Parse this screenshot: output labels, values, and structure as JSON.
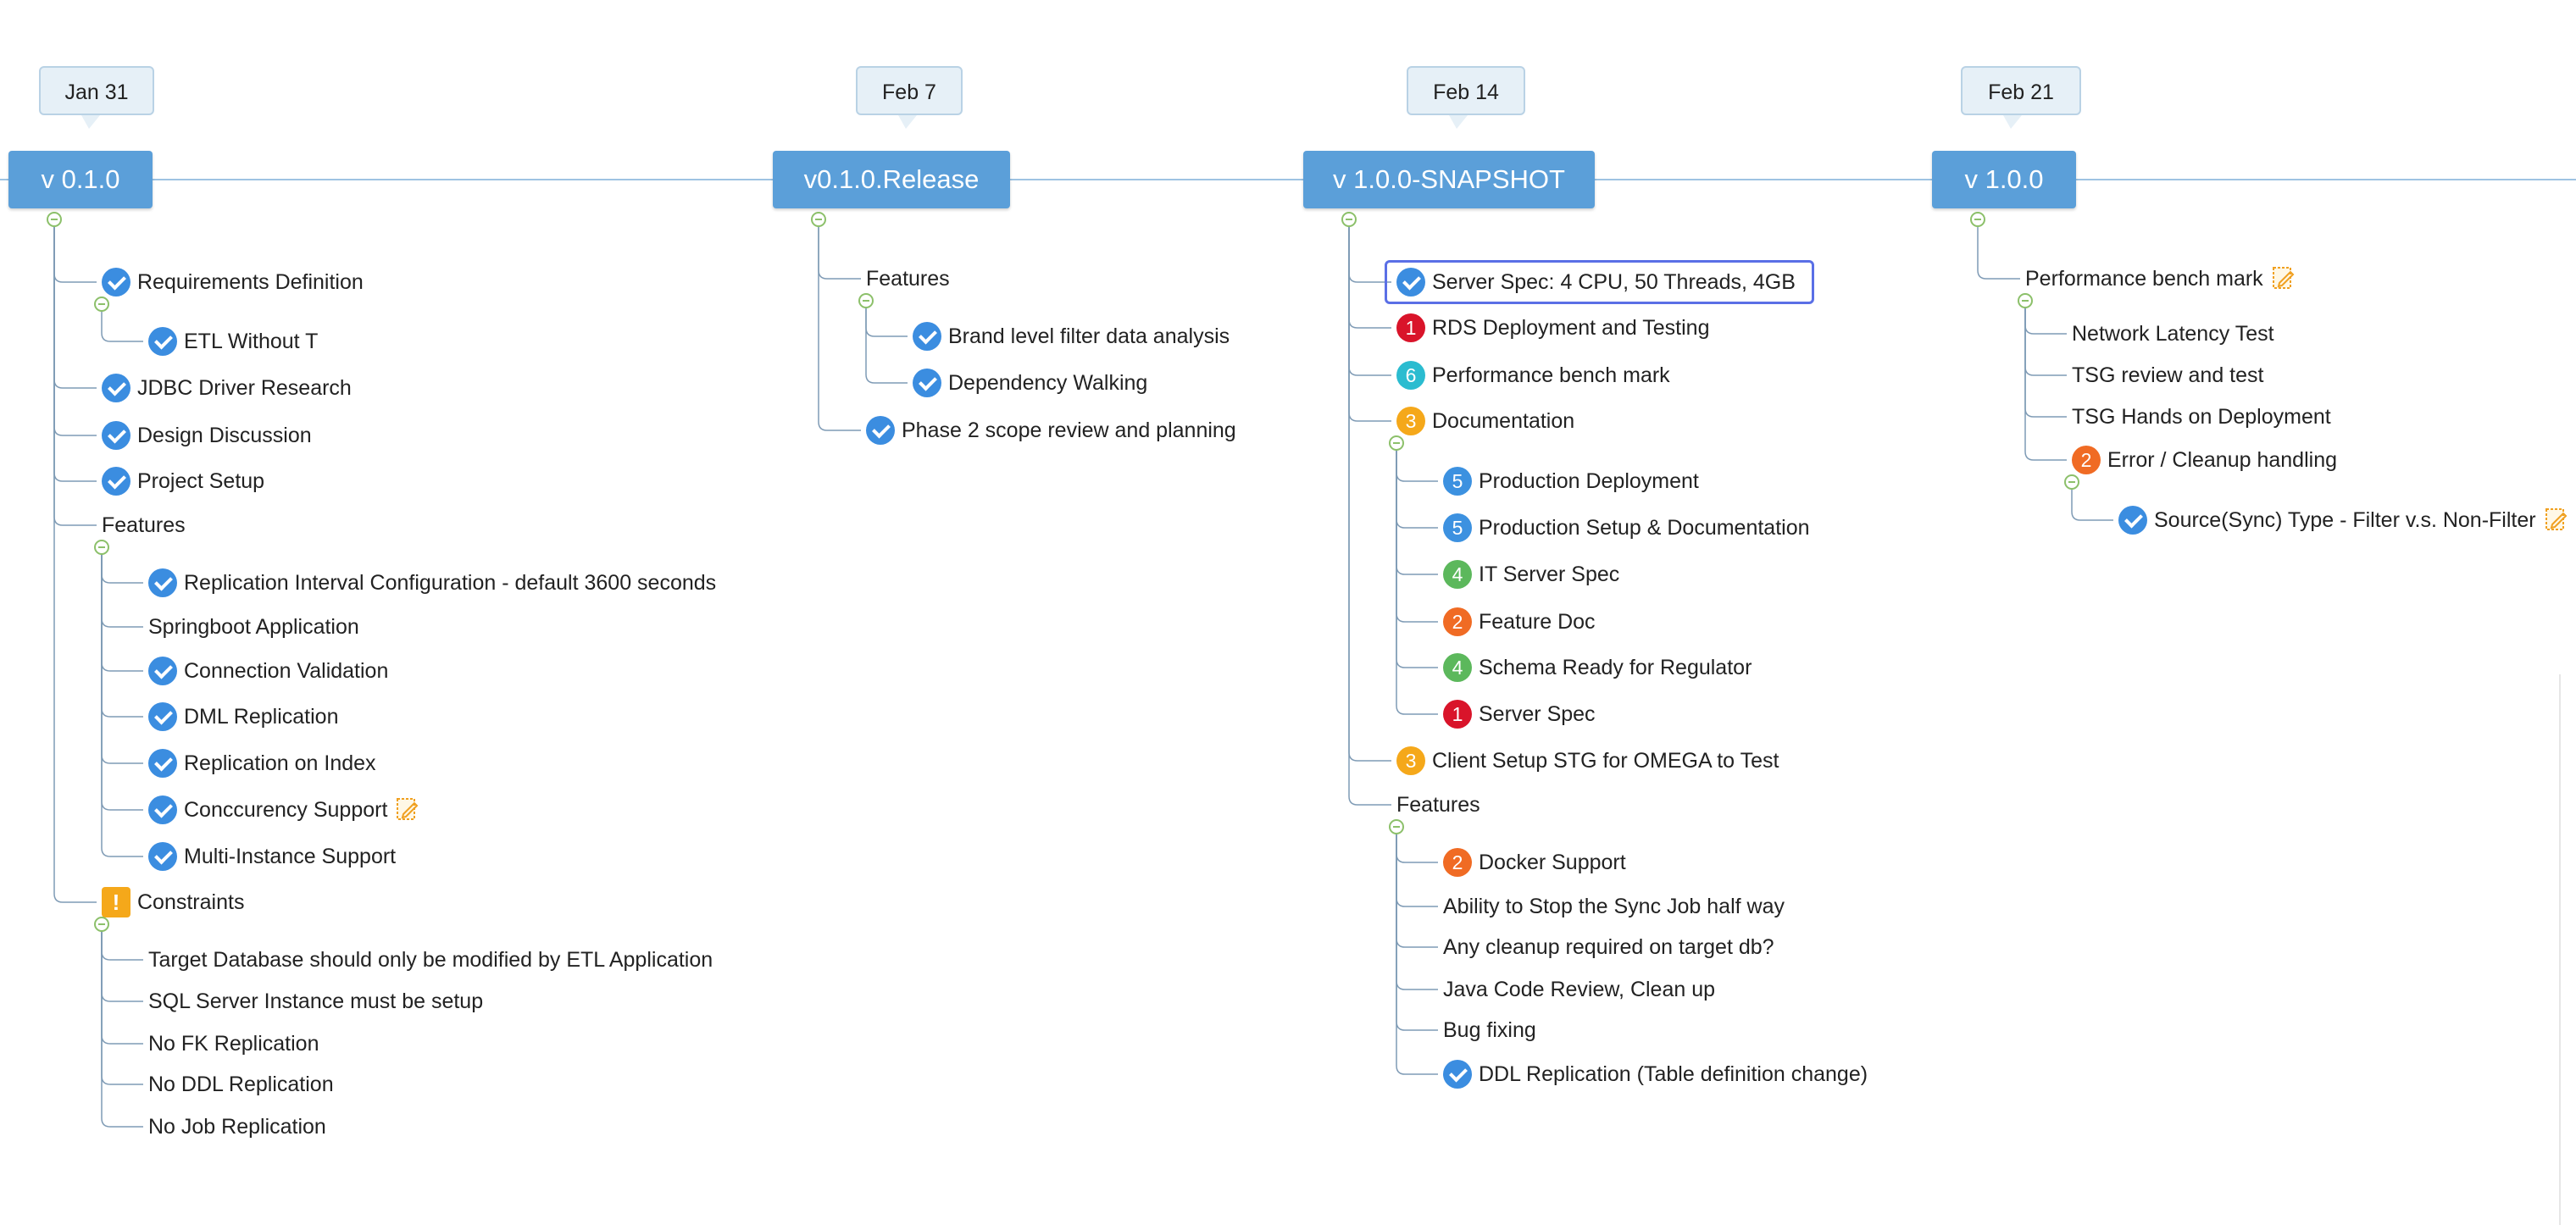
{
  "timeline": {
    "milestones": [
      {
        "date": "Jan 31",
        "title": "v 0.1.0",
        "children": [
          {
            "label": "Requirements Definition",
            "icon": "check",
            "children": [
              {
                "label": "ETL Without T",
                "icon": "check"
              }
            ]
          },
          {
            "label": "JDBC Driver Research",
            "icon": "check"
          },
          {
            "label": "Design Discussion",
            "icon": "check"
          },
          {
            "label": "Project Setup",
            "icon": "check"
          },
          {
            "label": "Features",
            "icon": "none",
            "children": [
              {
                "label": "Replication Interval Configuration - default 3600 seconds",
                "icon": "check"
              },
              {
                "label": "Springboot Application",
                "icon": "none"
              },
              {
                "label": "Connection Validation",
                "icon": "check"
              },
              {
                "label": "DML Replication",
                "icon": "check"
              },
              {
                "label": "Replication on Index",
                "icon": "check"
              },
              {
                "label": "Conccurency Support",
                "icon": "check",
                "note": true
              },
              {
                "label": "Multi-Instance Support",
                "icon": "check"
              }
            ]
          },
          {
            "label": "Constraints",
            "icon": "warning",
            "children": [
              {
                "label": "Target Database should only be modified by ETL Application",
                "icon": "none"
              },
              {
                "label": "SQL Server Instance must be setup",
                "icon": "none"
              },
              {
                "label": "No FK Replication",
                "icon": "none"
              },
              {
                "label": "No DDL Replication",
                "icon": "none"
              },
              {
                "label": "No Job Replication",
                "icon": "none"
              }
            ]
          }
        ]
      },
      {
        "date": "Feb 7",
        "title": "v0.1.0.Release",
        "children": [
          {
            "label": "Features",
            "icon": "none",
            "children": [
              {
                "label": "Brand level filter data analysis",
                "icon": "check"
              },
              {
                "label": "Dependency Walking",
                "icon": "check"
              }
            ]
          },
          {
            "label": "Phase 2 scope review and planning",
            "icon": "check"
          }
        ]
      },
      {
        "date": "Feb 14",
        "title": "v 1.0.0-SNAPSHOT",
        "children": [
          {
            "label": "Server Spec: 4 CPU, 50 Threads, 4GB",
            "icon": "check",
            "selected": true
          },
          {
            "label": "RDS Deployment and Testing",
            "icon": "priority",
            "priority": 1
          },
          {
            "label": "Performance bench mark",
            "icon": "priority",
            "priority": 6
          },
          {
            "label": "Documentation",
            "icon": "priority",
            "priority": 3,
            "children": [
              {
                "label": "Production Deployment",
                "icon": "priority",
                "priority": 5
              },
              {
                "label": "Production Setup & Documentation",
                "icon": "priority",
                "priority": 5
              },
              {
                "label": "IT Server Spec",
                "icon": "priority",
                "priority": 4
              },
              {
                "label": "Feature Doc",
                "icon": "priority",
                "priority": 2
              },
              {
                "label": "Schema Ready for Regulator",
                "icon": "priority",
                "priority": 4
              },
              {
                "label": "Server Spec",
                "icon": "priority",
                "priority": 1
              }
            ]
          },
          {
            "label": "Client Setup STG for OMEGA to Test",
            "icon": "priority",
            "priority": 3
          },
          {
            "label": "Features",
            "icon": "none",
            "children": [
              {
                "label": "Docker Support",
                "icon": "priority",
                "priority": 2
              },
              {
                "label": "Ability to Stop the Sync Job half way",
                "icon": "none"
              },
              {
                "label": "Any cleanup required on target db?",
                "icon": "none"
              },
              {
                "label": "Java Code Review, Clean up",
                "icon": "none"
              },
              {
                "label": "Bug fixing",
                "icon": "none"
              },
              {
                "label": "DDL Replication (Table definition change)",
                "icon": "check"
              }
            ]
          }
        ]
      },
      {
        "date": "Feb 21",
        "title": "v 1.0.0",
        "children": [
          {
            "label": "Performance bench mark",
            "icon": "none",
            "note": true,
            "children": [
              {
                "label": "Network Latency Test",
                "icon": "none"
              },
              {
                "label": "TSG review and test",
                "icon": "none"
              },
              {
                "label": "TSG Hands on Deployment",
                "icon": "none"
              },
              {
                "label": "Error / Cleanup handling",
                "icon": "priority",
                "priority": 2,
                "children": [
                  {
                    "label": "Source(Sync) Type - Filter v.s. Non-Filter",
                    "icon": "check",
                    "note": true
                  }
                ]
              }
            ]
          }
        ]
      }
    ]
  },
  "colors": {
    "milestone": "#5b9fd9",
    "timeline_line": "#9ec3e2",
    "connector": "#7f9bb5",
    "check": "#3b8de0",
    "selection": "#5a6fe6",
    "collapse": "#8cc06a"
  }
}
